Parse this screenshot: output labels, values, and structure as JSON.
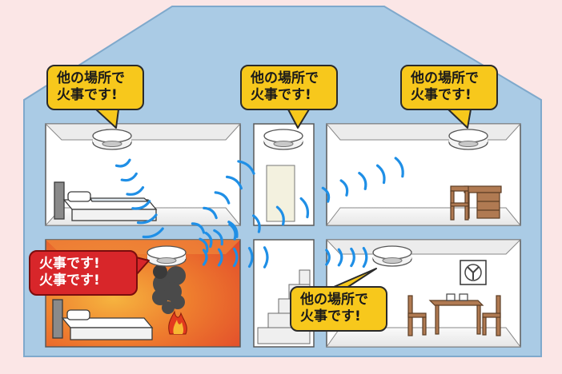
{
  "colors": {
    "background": "#fbe6e6",
    "house_wall": "#aacbe5",
    "room_floor": "#f1f1f1",
    "fire_room": "#e8552a",
    "bubble_yellow": "#f7c81c",
    "bubble_red": "#d8262a",
    "wave_blue": "#1f8fe6"
  },
  "bubbles": {
    "top_left": {
      "line1": "他の場所で",
      "line2": "火事です!"
    },
    "top_center": {
      "line1": "他の場所で",
      "line2": "火事です!"
    },
    "top_right": {
      "line1": "他の場所で",
      "line2": "火事です!"
    },
    "bottom_center": {
      "line1": "他の場所で",
      "line2": "火事です!"
    },
    "fire_alarm": {
      "line1": "火事です!",
      "line2": "火事です!"
    }
  },
  "icons": [
    "smoke-detector-icon",
    "bed-icon",
    "desk-icon",
    "chair-icon",
    "ventilation-fan-icon",
    "dining-table-icon",
    "fire-icon",
    "smoke-icon",
    "staircase-icon",
    "door-icon"
  ]
}
